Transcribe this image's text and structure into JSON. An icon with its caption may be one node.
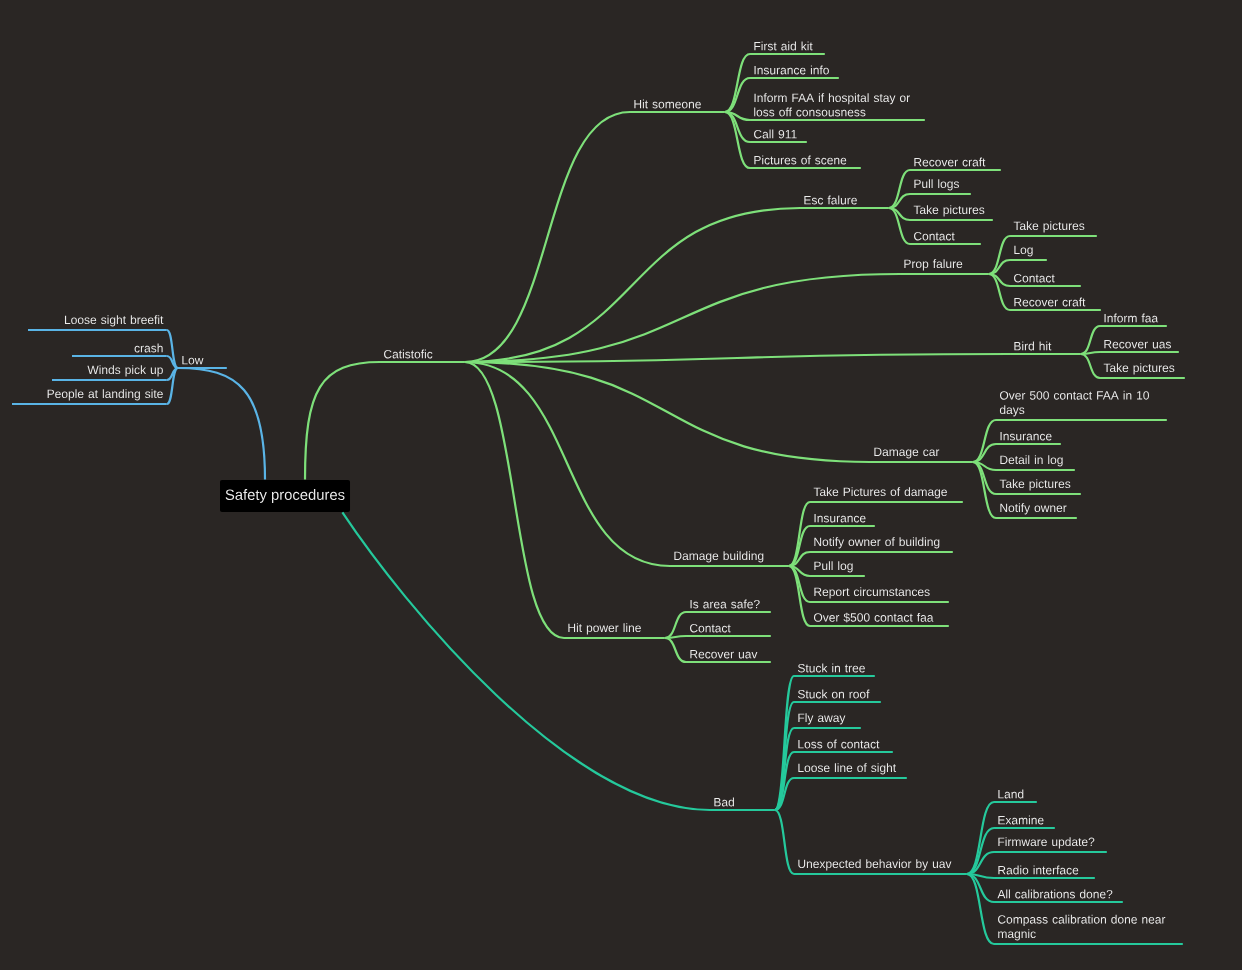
{
  "diagram": {
    "nodes": [
      {
        "text": [
          "Safety procedures"
        ]
      },
      {
        "text": [
          "Low"
        ]
      },
      {
        "text": [
          "Loose sight breefit"
        ]
      },
      {
        "text": [
          "crash"
        ]
      },
      {
        "text": [
          "Winds pick up"
        ]
      },
      {
        "text": [
          "People at landing site"
        ]
      },
      {
        "text": [
          "Catistofic"
        ]
      },
      {
        "text": [
          "Hit someone"
        ]
      },
      {
        "text": [
          "First aid kit"
        ]
      },
      {
        "text": [
          "Insurance info"
        ]
      },
      {
        "text": [
          "Inform FAA if hospital stay or loss off consousness"
        ]
      },
      {
        "text": [
          "Call 911"
        ]
      },
      {
        "text": [
          "Pictures of scene"
        ]
      },
      {
        "text": [
          "Esc falure"
        ]
      },
      {
        "text": [
          "Recover craft"
        ]
      },
      {
        "text": [
          "Pull logs"
        ]
      },
      {
        "text": [
          "Take pictures"
        ]
      },
      {
        "text": [
          "Contact"
        ]
      },
      {
        "text": [
          "Prop falure"
        ]
      },
      {
        "text": [
          "Take pictures"
        ]
      },
      {
        "text": [
          "Log"
        ]
      },
      {
        "text": [
          "Contact"
        ]
      },
      {
        "text": [
          "Recover craft"
        ]
      },
      {
        "text": [
          "Bird hit"
        ]
      },
      {
        "text": [
          "Inform faa"
        ]
      },
      {
        "text": [
          "Recover uas"
        ]
      },
      {
        "text": [
          "Take pictures"
        ]
      },
      {
        "text": [
          "Damage car"
        ]
      },
      {
        "text": [
          "Over 500 contact FAA in 10 days"
        ]
      },
      {
        "text": [
          "Insurance"
        ]
      },
      {
        "text": [
          "Detail in log"
        ]
      },
      {
        "text": [
          "Take pictures"
        ]
      },
      {
        "text": [
          "Notify owner"
        ]
      },
      {
        "text": [
          "Damage building"
        ]
      },
      {
        "text": [
          "Take Pictures of damage"
        ]
      },
      {
        "text": [
          "Insurance"
        ]
      },
      {
        "text": [
          "Notify owner of building"
        ]
      },
      {
        "text": [
          "Pull log"
        ]
      },
      {
        "text": [
          "Report circumstances"
        ]
      },
      {
        "text": [
          "Over $500 contact faa"
        ]
      },
      {
        "text": [
          "Hit power line"
        ]
      },
      {
        "text": [
          "Is area safe?"
        ]
      },
      {
        "text": [
          "Contact"
        ]
      },
      {
        "text": [
          "Recover uav"
        ]
      },
      {
        "text": [
          "Bad"
        ]
      },
      {
        "text": [
          "Stuck in tree"
        ]
      },
      {
        "text": [
          "Stuck on roof"
        ]
      },
      {
        "text": [
          "Fly away"
        ]
      },
      {
        "text": [
          "Loss of contact"
        ]
      },
      {
        "text": [
          "Loose line of sight"
        ]
      },
      {
        "text": [
          "Unexpected behavior by uav"
        ]
      },
      {
        "text": [
          "Land"
        ]
      },
      {
        "text": [
          "Examine"
        ]
      },
      {
        "text": [
          "Firmware update?"
        ]
      },
      {
        "text": [
          "Radio interface"
        ]
      },
      {
        "text": [
          "All calibrations done?"
        ]
      },
      {
        "text": [
          "Compass calibration done near magnic"
        ]
      }
    ],
    "edges": [
      {
        "from": 0,
        "to": 1,
        "arrow": "none",
        "color": "#5ab4e6"
      },
      {
        "from": 1,
        "to": 2,
        "arrow": "none",
        "color": "#5ab4e6"
      },
      {
        "from": 1,
        "to": 3,
        "arrow": "none",
        "color": "#5ab4e6"
      },
      {
        "from": 1,
        "to": 4,
        "arrow": "none",
        "color": "#5ab4e6"
      },
      {
        "from": 1,
        "to": 5,
        "arrow": "none",
        "color": "#5ab4e6"
      },
      {
        "from": 0,
        "to": 6,
        "arrow": "none"
      },
      {
        "from": 6,
        "to": 7,
        "arrow": "none"
      },
      {
        "from": 7,
        "to": 8,
        "arrow": "none"
      },
      {
        "from": 7,
        "to": 9,
        "arrow": "none"
      },
      {
        "from": 7,
        "to": 10,
        "arrow": "none"
      },
      {
        "from": 7,
        "to": 11,
        "arrow": "none"
      },
      {
        "from": 7,
        "to": 12,
        "arrow": "none"
      },
      {
        "from": 6,
        "to": 13,
        "arrow": "none"
      },
      {
        "from": 13,
        "to": 14,
        "arrow": "none"
      },
      {
        "from": 13,
        "to": 15,
        "arrow": "none"
      },
      {
        "from": 13,
        "to": 16,
        "arrow": "none"
      },
      {
        "from": 13,
        "to": 17,
        "arrow": "none"
      },
      {
        "from": 6,
        "to": 18,
        "arrow": "none"
      },
      {
        "from": 18,
        "to": 19,
        "arrow": "none"
      },
      {
        "from": 18,
        "to": 20,
        "arrow": "none"
      },
      {
        "from": 18,
        "to": 21,
        "arrow": "none"
      },
      {
        "from": 18,
        "to": 22,
        "arrow": "none"
      },
      {
        "from": 6,
        "to": 23,
        "arrow": "none"
      },
      {
        "from": 23,
        "to": 24,
        "arrow": "none"
      },
      {
        "from": 23,
        "to": 25,
        "arrow": "none"
      },
      {
        "from": 23,
        "to": 26,
        "arrow": "none"
      },
      {
        "from": 6,
        "to": 27,
        "arrow": "none"
      },
      {
        "from": 27,
        "to": 28,
        "arrow": "none"
      },
      {
        "from": 27,
        "to": 29,
        "arrow": "none"
      },
      {
        "from": 27,
        "to": 30,
        "arrow": "none"
      },
      {
        "from": 27,
        "to": 31,
        "arrow": "none"
      },
      {
        "from": 27,
        "to": 32,
        "arrow": "none"
      },
      {
        "from": 6,
        "to": 33,
        "arrow": "none"
      },
      {
        "from": 33,
        "to": 34,
        "arrow": "none"
      },
      {
        "from": 33,
        "to": 35,
        "arrow": "none"
      },
      {
        "from": 33,
        "to": 36,
        "arrow": "none"
      },
      {
        "from": 33,
        "to": 37,
        "arrow": "none"
      },
      {
        "from": 33,
        "to": 38,
        "arrow": "none"
      },
      {
        "from": 33,
        "to": 39,
        "arrow": "none"
      },
      {
        "from": 6,
        "to": 40,
        "arrow": "none"
      },
      {
        "from": 40,
        "to": 41,
        "arrow": "none"
      },
      {
        "from": 40,
        "to": 42,
        "arrow": "none"
      },
      {
        "from": 40,
        "to": 43,
        "arrow": "none"
      },
      {
        "from": 0,
        "to": 44,
        "arrow": "none",
        "color": "#25c99c"
      },
      {
        "from": 44,
        "to": 45,
        "arrow": "none",
        "color": "#25c99c"
      },
      {
        "from": 44,
        "to": 46,
        "arrow": "none",
        "color": "#25c99c"
      },
      {
        "from": 44,
        "to": 47,
        "arrow": "none",
        "color": "#25c99c"
      },
      {
        "from": 44,
        "to": 48,
        "arrow": "none",
        "color": "#25c99c"
      },
      {
        "from": 44,
        "to": 49,
        "arrow": "none",
        "color": "#25c99c"
      },
      {
        "from": 44,
        "to": 50,
        "arrow": "none",
        "color": "#25c99c"
      },
      {
        "from": 50,
        "to": 51,
        "arrow": "none",
        "color": "#25c99c"
      },
      {
        "from": 50,
        "to": 52,
        "arrow": "none",
        "color": "#25c99c"
      },
      {
        "from": 50,
        "to": 53,
        "arrow": "none",
        "color": "#25c99c"
      },
      {
        "from": 50,
        "to": 54,
        "arrow": "none",
        "color": "#25c99c"
      },
      {
        "from": 50,
        "to": 55,
        "arrow": "none",
        "color": "#25c99c"
      },
      {
        "from": 50,
        "to": 56,
        "arrow": "none",
        "color": "#25c99c"
      }
    ]
  }
}
